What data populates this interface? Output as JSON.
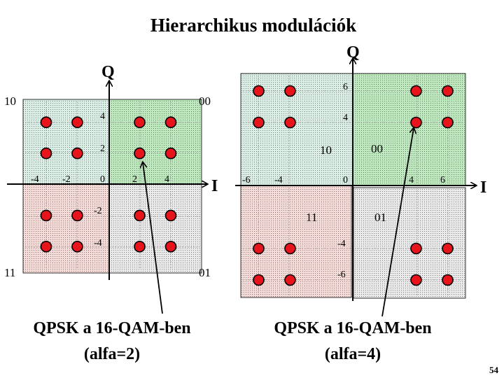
{
  "slide": {
    "title": "Hierarchikus modulációk",
    "page_number": "54"
  },
  "left_diagram": {
    "axis_q": "Q",
    "axis_i": "I",
    "quadrant_labels": {
      "top_left": "10",
      "top_right": "00",
      "bottom_left": "11",
      "bottom_right": "01"
    },
    "x_ticks": [
      "-4",
      "-2",
      "0",
      "2",
      "4"
    ],
    "y_ticks": [
      "4",
      "2",
      "-2",
      "-4"
    ],
    "caption_line1": "QPSK a 16-QAM-ben",
    "caption_line2": "(alfa=2)",
    "constellation_x": [
      -4,
      -2,
      2,
      4
    ],
    "constellation_y": [
      -4,
      -2,
      2,
      4
    ]
  },
  "right_diagram": {
    "axis_q": "Q",
    "axis_i": "I",
    "quadrant_labels": {
      "top_left": "10",
      "top_right": "00",
      "bottom_left": "11",
      "bottom_right": "01"
    },
    "x_ticks": [
      "-6",
      "-4",
      "0",
      "4",
      "6"
    ],
    "y_ticks": [
      "6",
      "4",
      "-4",
      "-6"
    ],
    "caption_line1": "QPSK a 16-QAM-ben",
    "caption_line2": "(alfa=4)",
    "constellation_x": [
      -6,
      -4,
      4,
      6
    ],
    "constellation_y": [
      -6,
      -4,
      4,
      6
    ]
  },
  "colors": {
    "quadrant_10": "#dcefe6",
    "quadrant_00": "#bfeabf",
    "quadrant_11": "#f6dcd8",
    "quadrant_01": "#eaeaea",
    "point_fill": "#e8141b",
    "point_stroke": "#000000"
  }
}
